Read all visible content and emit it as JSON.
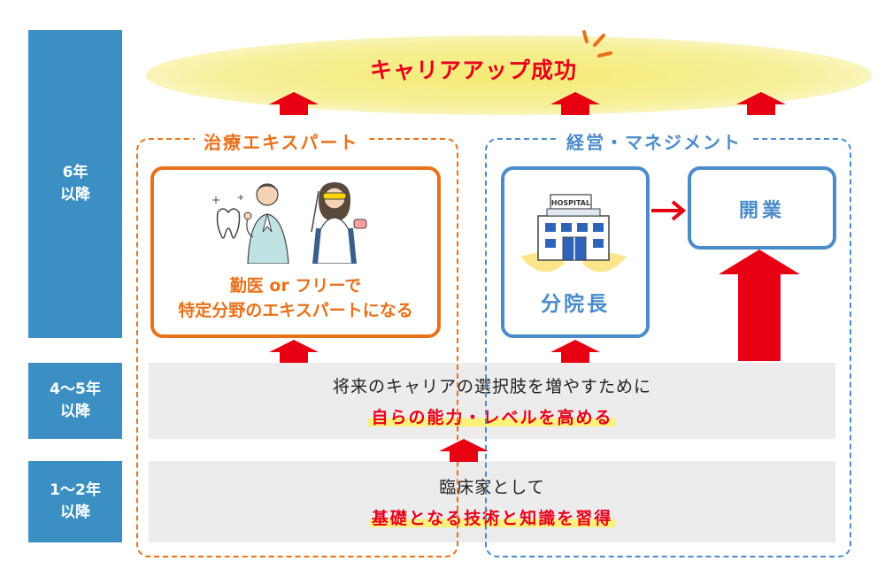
{
  "goal": {
    "label": "キャリアアップ成功"
  },
  "periods": [
    {
      "label_line1": "6年",
      "label_line2": "以降"
    },
    {
      "label_line1": "4〜5年",
      "label_line2": "以降"
    },
    {
      "label_line1": "1〜2年",
      "label_line2": "以降"
    }
  ],
  "rows": {
    "mid": {
      "line1": "将来のキャリアの選択肢を増やすために",
      "line2": "自らの能力・レベルを高める"
    },
    "early": {
      "line1": "臨床家として",
      "line2": "基礎となる技術と知識を習得"
    }
  },
  "expert_group": {
    "title": "治療エキスパート",
    "card_line1": "勤医 or フリーで",
    "card_line2": "特定分野のエキスパートになる"
  },
  "management_group": {
    "title": "経営・マネジメント",
    "branch_manager": "分院長",
    "opening": "開業",
    "hospital_sign": "HOSPITAL"
  },
  "colors": {
    "period_blue": "#3b8fc2",
    "expert_orange": "#e8711a",
    "management_blue": "#4a8cc9",
    "arrow_red": "#e60012",
    "highlight_yellow": "#fff17a",
    "goal_glow": "#f6ee8a"
  }
}
